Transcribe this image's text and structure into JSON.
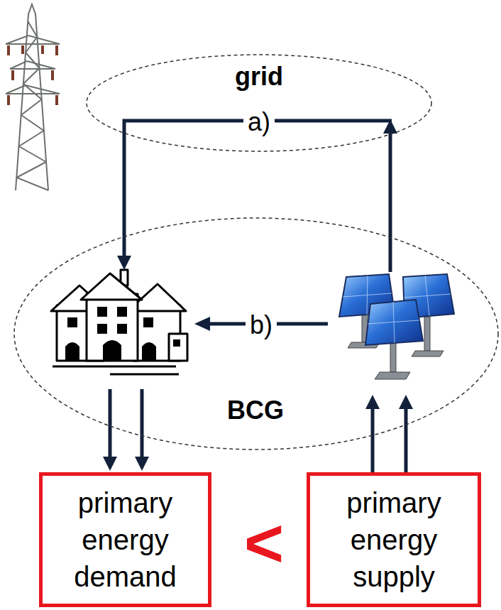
{
  "diagram": {
    "nodes": [
      {
        "text": [
          "grid"
        ]
      },
      {
        "text": [
          "BCG"
        ]
      },
      {
        "text": [
          "primary energy demand"
        ]
      },
      {
        "text": [
          "primary energy supply"
        ]
      }
    ],
    "edges": [
      {
        "from": 1,
        "to": 2,
        "arrow": "to"
      },
      {
        "from": 1,
        "to": 2,
        "arrow": "to"
      },
      {
        "from": 3,
        "to": 1,
        "arrow": "to"
      },
      {
        "from": 3,
        "to": 1,
        "arrow": "to"
      },
      {
        "from": 1,
        "to": 0,
        "arrow": "to"
      },
      {
        "from": 0,
        "to": 1,
        "arrow": "to"
      }
    ],
    "labels": [
      "a)",
      "b)",
      "<"
    ]
  }
}
